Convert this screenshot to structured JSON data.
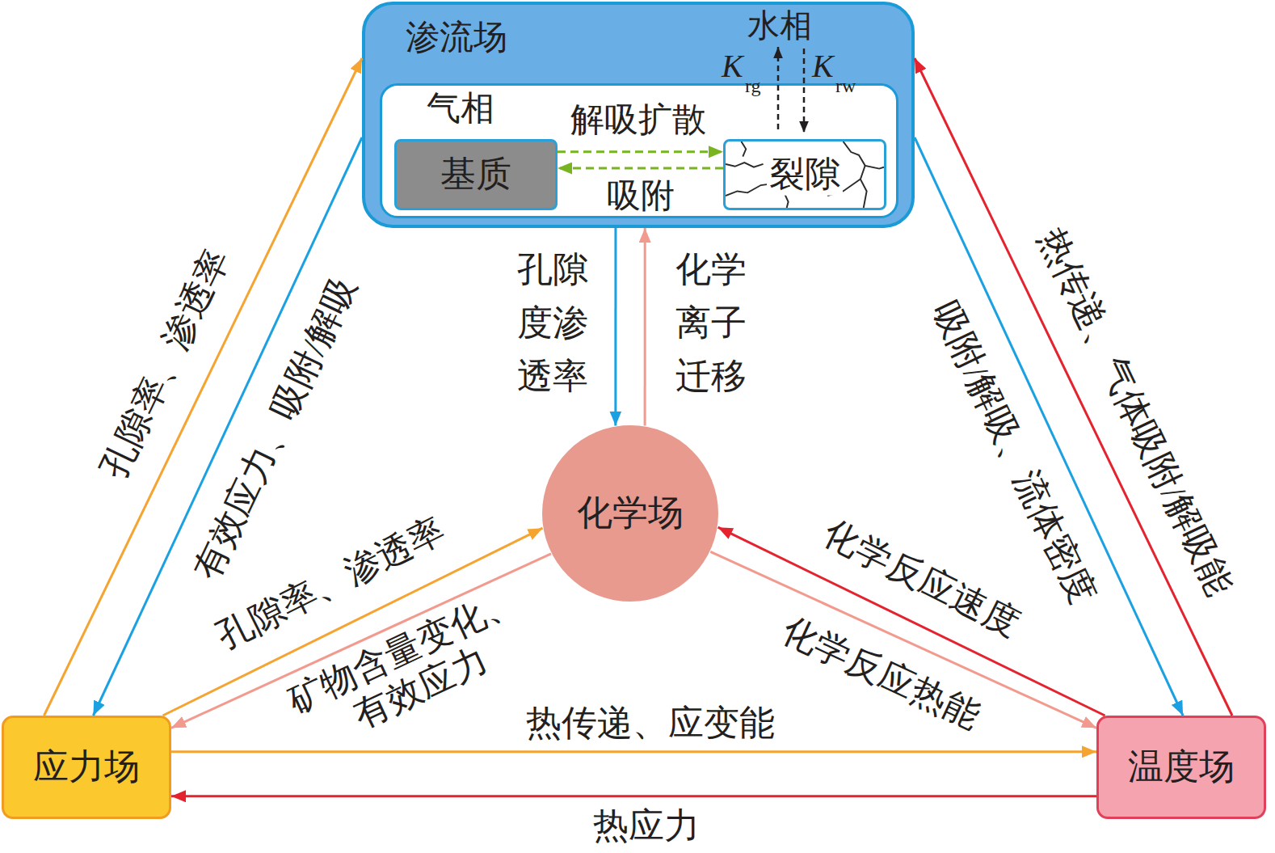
{
  "diagram": {
    "nodes": [
      {
        "text": [
          "渗流场"
        ]
      },
      {
        "text": [
          "气相"
        ],
        "in": 0
      },
      {
        "text": [
          "基质"
        ],
        "in": 1
      },
      {
        "text": [
          "裂隙"
        ],
        "in": 1
      },
      {
        "text": [
          "化学场"
        ]
      },
      {
        "text": [
          "应力场"
        ]
      },
      {
        "text": [
          "温度场"
        ]
      }
    ],
    "edges": [
      {
        "from": 2,
        "to": 3,
        "label": "解吸扩散",
        "arrow": "to"
      },
      {
        "from": 3,
        "to": 2,
        "label": "吸附",
        "arrow": "to"
      },
      {
        "from": 0,
        "to": 4,
        "label": "孔隙度渗透率",
        "arrow": "to"
      },
      {
        "from": 4,
        "to": 0,
        "label": "化学离子迁移",
        "arrow": "to"
      },
      {
        "from": 5,
        "to": 0,
        "label": "孔隙率、渗透率",
        "arrow": "to"
      },
      {
        "from": 0,
        "to": 5,
        "label": "有效应力、吸附/解吸",
        "arrow": "to"
      },
      {
        "from": 0,
        "to": 6,
        "label": "吸附/解吸、流体密度",
        "arrow": "to"
      },
      {
        "from": 6,
        "to": 0,
        "label": "热传递、气体吸附/解吸能",
        "arrow": "to"
      },
      {
        "from": 5,
        "to": 4,
        "label": "孔隙率、渗透率",
        "arrow": "to"
      },
      {
        "from": 4,
        "to": 5,
        "label": "矿物含量变化、有效应力",
        "arrow": "to"
      },
      {
        "from": 6,
        "to": 4,
        "label": "化学反应速度",
        "arrow": "to"
      },
      {
        "from": 4,
        "to": 6,
        "label": "化学反应热能",
        "arrow": "to"
      },
      {
        "from": 5,
        "to": 6,
        "label": "热传递、应变能",
        "arrow": "to"
      },
      {
        "from": 6,
        "to": 5,
        "label": "热应力",
        "arrow": "to"
      }
    ],
    "labels": [
      "水相",
      "K",
      "rg",
      "K",
      "rw"
    ]
  }
}
